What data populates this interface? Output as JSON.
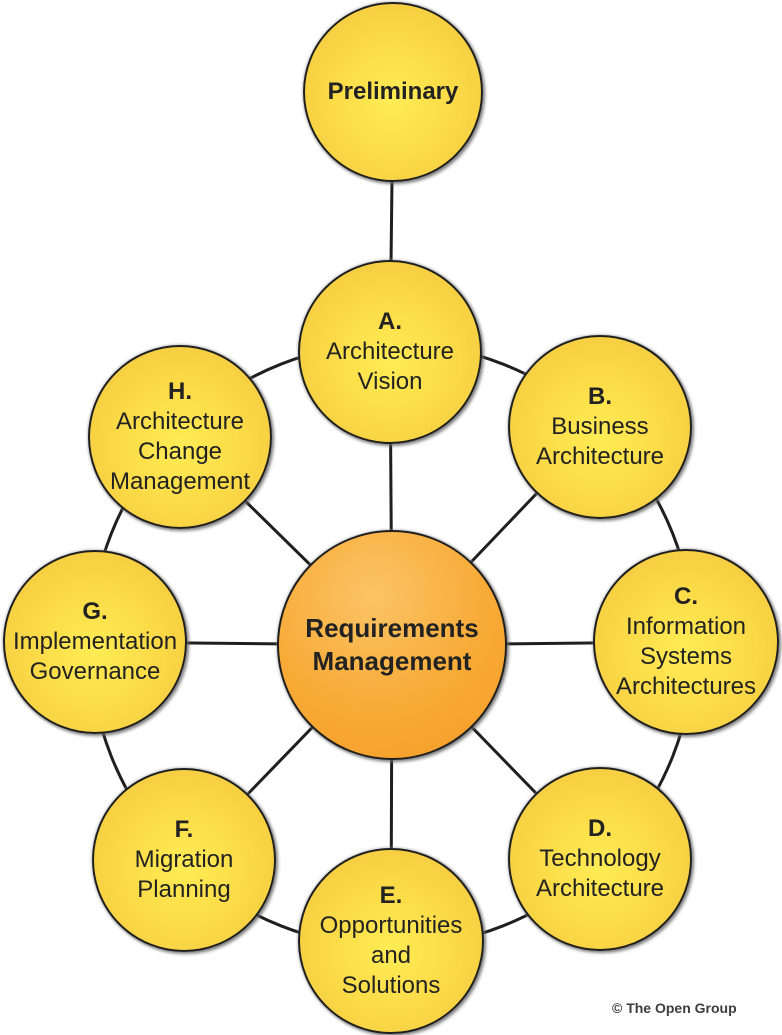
{
  "title": "TOGAF Architecture Development Method cycle diagram",
  "colors": {
    "bg": "#ffffff",
    "outline": "#1f1f1f",
    "connector": "#1f1f1f",
    "text": "#222222",
    "copyright": "#3d3d3d",
    "yellow_hi": "#ffec55",
    "yellow_mid": "#fcdc48",
    "yellow_lo": "#f0c43c",
    "orange_hi": "#fbc466",
    "orange_mid": "#f8ab38",
    "orange_lo": "#f59c26"
  },
  "nodes": {
    "preliminary": {
      "lines": [
        "Preliminary"
      ]
    },
    "a": {
      "letter": "A.",
      "lines": [
        "Architecture",
        "Vision"
      ]
    },
    "b": {
      "letter": "B.",
      "lines": [
        "Business",
        "Architecture"
      ]
    },
    "c": {
      "letter": "C.",
      "lines": [
        "Information",
        "Systems",
        "Architectures"
      ]
    },
    "d": {
      "letter": "D.",
      "lines": [
        "Technology",
        "Architecture"
      ]
    },
    "e": {
      "letter": "E.",
      "lines": [
        "Opportunities",
        "and",
        "Solutions"
      ]
    },
    "f": {
      "letter": "F.",
      "lines": [
        "Migration",
        "Planning"
      ]
    },
    "g": {
      "letter": "G.",
      "lines": [
        "Implementation",
        "Governance"
      ]
    },
    "h": {
      "letter": "H.",
      "lines": [
        "Architecture",
        "Change",
        "Management"
      ]
    },
    "center": {
      "lines": [
        "Requirements",
        "Management"
      ]
    }
  },
  "footer": {
    "copyright": "© The Open Group"
  }
}
